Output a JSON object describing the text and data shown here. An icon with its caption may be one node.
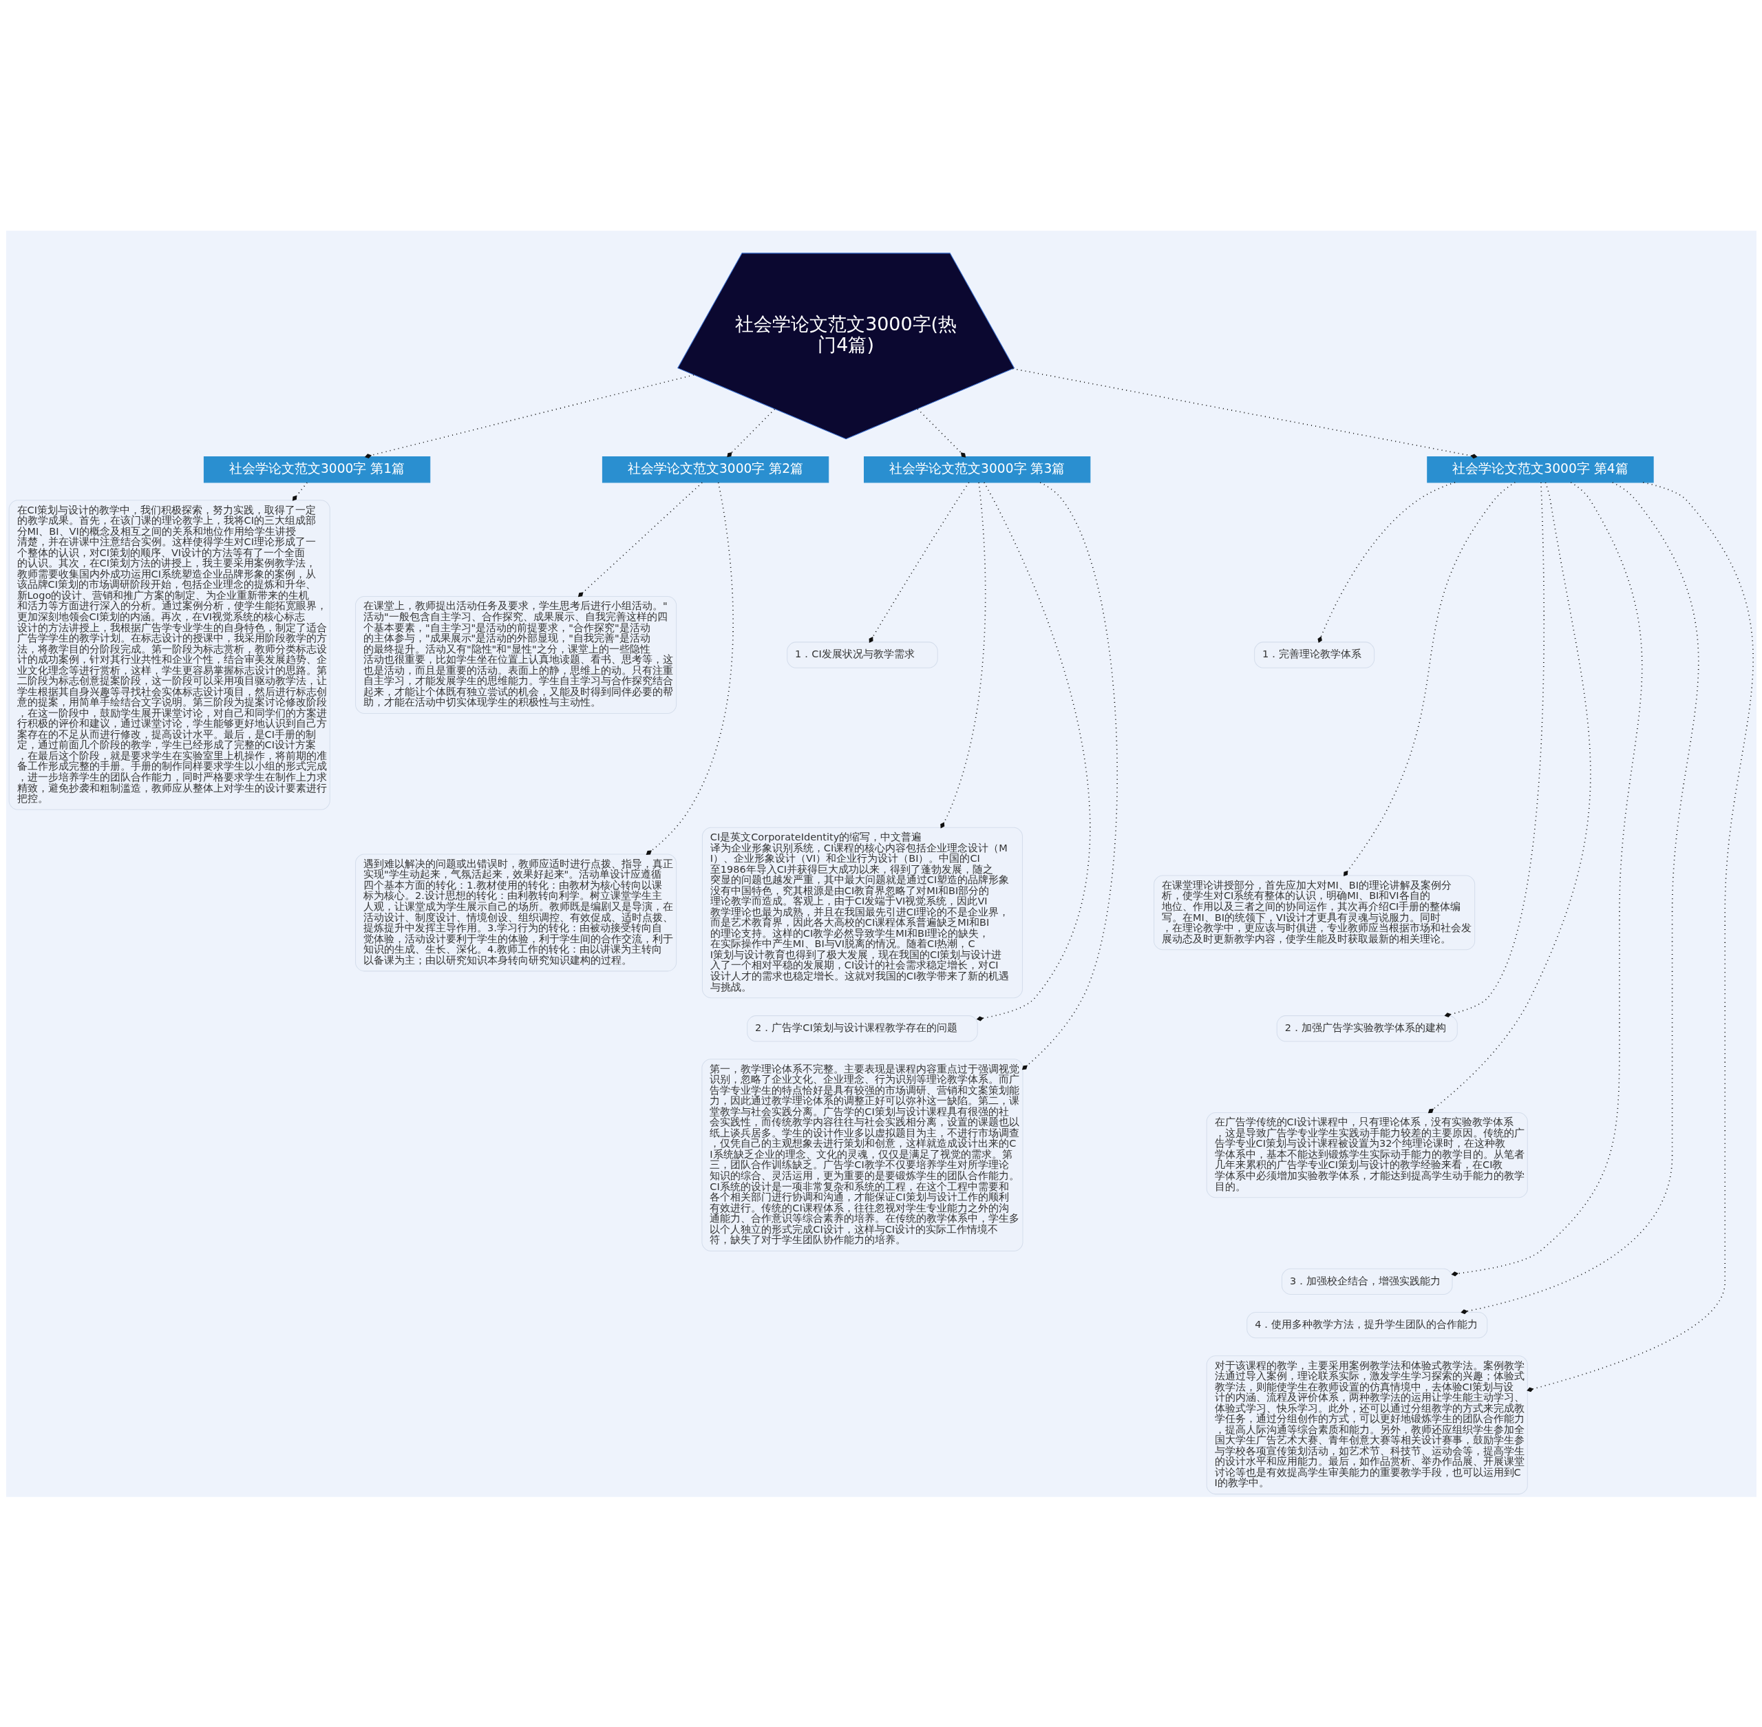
{
  "diagram": {
    "nodes": [
      {
        "text": [
          "社会学论文范文3000字(热门4篇)"
        ]
      },
      {
        "text": [
          "社会学论文范文3000字 第1篇"
        ]
      },
      {
        "text": [
          "在CI策划与设计的教学中，我们积极探索，努力实践，取得了一定的教学成果。首先，在该门课的理论教学上，我将CI的三大组成部分MI、BI、VI的概念及相互之间的关系和地位作用给学生讲授清楚，并在讲课中注意结合实例。这样使得学生对CI理论形成了一个整体的认识，对CI策划的顺序、VI设计的方法等有了一个全面的认识。其次，在CI策划方法的讲授上，我主要采用案例教学法，教师需要收集国内外成功运用CI系统塑造企业品牌形象的案例，从该品牌CI策划的市场调研阶段开始，包括企业理念的提炼和升华、新Logo的设计、营销和推广方案的制定、为企业重新带来的生机和活力等方面进行深入的分析。通过案例分析，使学生能拓宽眼界，更加深刻地领会CI策划的内涵。再次，在VI视觉系统的核心标志设计的方法讲授上，我根据广告学专业学生的自身特色，制定了适合广告学学生的教学计划。在标志设计的授课中，我采用阶段教学的方法，将教学目的分阶段完成。第一阶段为标志赏析，教师分类标志设计的成功案例，针对其行业共性和企业个性，结合审美发展趋势、企业文化理念等进行赏析，这样，学生更容易掌握标志设计的思路。第二阶段为标志创意提案阶段，这一阶段可以采用项目驱动教学法，让学生根据其自身兴趣等寻找社会实体标志设计项目，然后进行标志创意的提案，用简单手绘结合文字说明。第三阶段为提案讨论修改阶段，在这一阶段中，鼓励学生展开课堂讨论，对自己和同学们的方案进行积极的评价和建议，通过课堂讨论，学生能够更好地认识到自己方案存在的不足从而进行修改，提高设计水平。最后，是CI手册的制定，通过前面几个阶段的教学，学生已经形成了完整的CI设计方案，在最后这个阶段，就是要求学生在实验室里上机操作，将前期的准备工作形成完整的手册。手册的制作同样要求学生以小组的形式完成，进一步培养学生的团队合作能力，同时严格要求学生在制作上力求精致，避免抄袭和粗制滥造，教师应从整体上对学生的设计要素进行把控。"
        ]
      },
      {
        "text": [
          "社会学论文范文3000字 第2篇"
        ]
      },
      {
        "text": [
          "在课堂上，教师提出活动任务及要求，学生思考后进行小组活动。\"活动\"一般包含自主学习、合作探究、成果展示、自我完善这样的四个基本要素，\"自主学习\"是活动的前提要求，\"合作探究\"是活动的主体参与，\"成果展示\"是活动的外部显现，\"自我完善\"是活动的最终提升。活动又有\"隐性\"和\"显性\"之分，课堂上的一些隐性活动也很重要，比如学生坐在位置上认真地读题、看书、思考等，这也是活动，而且是重要的活动。表面上的静，思维上的动。只有注重自主学习，才能发展学生的思维能力。学生自主学习与合作探究结合起来，才能让个体既有独立尝试的机会，又能及时得到同伴必要的帮助，才能在活动中切实体现学生的积极性与主动性。"
        ]
      },
      {
        "text": [
          "遇到难以解决的问题或出错误时，教师应适时进行点拨、指导，真正实现\"学生动起来，气氛活起来，效果好起来\"。活动单设计应遵循四个基本方面的转化：1.教材使用的转化：由教材为核心转向以课标为核心。2.设计思想的转化：由利教转向利学。树立课堂学生主人观，让课堂成为学生展示自己的场所。教师既是编剧又是导演，在活动设计、制度设计、情境创设、组织调控、有效促成、适时点拨、提炼提升中发挥主导作用。3.学习行为的转化：由被动接受转向自觉体验，活动设计要利于学生的体验，利于学生间的合作交流，利于知识的生成、生长、深化。4.教师工作的转化：由以讲课为主转向以备课为主；由以研究知识本身转向研究知识建构的过程。"
        ]
      },
      {
        "text": [
          "社会学论文范文3000字 第3篇"
        ]
      },
      {
        "text": [
          "1．CI发展状况与教学需求"
        ]
      },
      {
        "text": [
          "CI是英文CorporateIdentity的缩写，中文普遍译为企业形象识别系统，CI课程的核心内容包括企业理念设计（MI）、企业形象设计（VI）和企业行为设计（BI）。中国的CI至1986年导入CI并获得巨大成功以来，得到了蓬勃发展，随之突显的问题也越发严重，其中最大问题就是通过CI塑造的品牌形象没有中国特色，究其根源是由CI教育界忽略了对MI和BI部分的理论教学而造成。客观上，由于CI发端于VI视觉系统，因此VI教学理论也最为成熟，并且在我国最先引进CI理论的不是企业界，而是艺术教育界，因此各大高校的CI课程体系普遍缺乏MI和BI的理论支持。这样的CI教学必然导致学生MI和BI理论的缺失，在实际操作中产生MI、BI与VI脱离的情况。随着CI热潮，CI策划与设计教育也得到了极大发展，现在我国的CI策划与设计进入了一个相对平稳的发展期，CI设计的社会需求稳定增长，对CI设计人才的需求也稳定增长。这就对我国的CI教学带来了新的机遇与挑战。"
        ]
      },
      {
        "text": [
          "2．广告学CI策划与设计课程教学存在的问题"
        ]
      },
      {
        "text": [
          "第一，教学理论体系不完整。主要表现是课程内容重点过于强调视觉识别，忽略了企业文化、企业理念、行为识别等理论教学体系。而广告学专业学生的特点恰好是具有较强的市场调研、营销和文案策划能力，因此通过教学理论体系的调整正好可以弥补这一缺陷。第二，课堂教学与社会实践分离。广告学的CI策划与设计课程具有很强的社会实践性，而传统教学内容往往与社会实践相分离，设置的课题也以纸上谈兵居多。学生的设计作业多以虚拟题目为主，不进行市场调查，仅凭自己的主观想象去进行策划和创意，这样就造成设计出来的CI系统缺乏企业的理念、文化的灵魂，仅仅是满足了视觉的需求。第三，团队合作训练缺乏。广告学CI教学不仅要培养学生对所学理论知识的综合、灵活运用，更为重要的是要锻炼学生的团队合作能力。CI系统的设计是一项非常复杂和系统的工程，在这个工程中需要和各个相关部门进行协调和沟通，才能保证CI策划与设计工作的顺利有效进行。传统的CI课程体系，往往忽视对学生专业能力之外的沟通能力、合作意识等综合素养的培养。在传统的教学体系中，学生多以个人独立的形式完成CI设计，这样与CI设计的实际工作情境不符，缺失了对于学生团队协作能力的培养。"
        ]
      },
      {
        "text": [
          "社会学论文范文3000字 第4篇"
        ]
      },
      {
        "text": [
          "1．完善理论教学体系"
        ]
      },
      {
        "text": [
          "在课堂理论讲授部分，首先应加大对MI、BI的理论讲解及案例分析，使学生对CI系统有整体的认识，明确MI、BI和VI各自的地位、作用以及三者之间的协同运作，其次再介绍CI手册的整体编写。在MI、BI的统领下，VI设计才更具有灵魂与说服力。同时，在理论教学中，更应该与时俱进，专业教师应当根据市场和社会发展动态及时更新教学内容，使学生能及时获取最新的相关理论。"
        ]
      },
      {
        "text": [
          "2．加强广告学实验教学体系的建构"
        ]
      },
      {
        "text": [
          "在广告学传统的CI设计课程中，只有理论体系，没有实验教学体系，这是导致广告学专业学生实践动手能力较差的主要原因。传统的广告学专业CI策划与设计课程被设置为32个纯理论课时，在这种教学体系中，基本不能达到锻炼学生实际动手能力的教学目的。从笔者几年来累积的广告学专业CI策划与设计的教学经验来看，在CI教学体系中必须增加实验教学体系，才能达到提高学生动手能力的教学目的。"
        ]
      },
      {
        "text": [
          "3．加强校企结合，增强实践能力"
        ]
      },
      {
        "text": [
          "4．使用多种教学方法，提升学生团队的合作能力"
        ]
      },
      {
        "text": [
          "对于该课程的教学，主要采用案例教学法和体验式教学法。案例教学法通过导入案例，理论联系实际，激发学生学习探索的兴趣；体验式教学法，则能使学生在教师设置的仿真情境中，去体验CI策划与设计的内涵、流程及评价体系，两种教学法的运用让学生能主动学习、体验式学习、快乐学习。此外，还可以通过分组教学的方式来完成教学任务，通过分组创作的方式，可以更好地锻炼学生的团队合作能力，提高人际沟通等综合素质和能力。另外，教师还应组织学生参加全国大学生广告艺术大赛、青年创意大赛等相关设计赛事，鼓励学生参与学校各项宣传策划活动，如艺术节、科技节、运动会等，提高学生的设计水平和应用能力。最后，如作品赏析、举办作品展、开展课堂讨论等也是有效提高学生审美能力的重要教学手段，也可以运用到CI的教学中。"
        ]
      }
    ],
    "edges": [
      {
        "from": 0,
        "to": 1,
        "arrow": "other"
      },
      {
        "from": 0,
        "to": 3,
        "arrow": "other"
      },
      {
        "from": 0,
        "to": 6,
        "arrow": "other"
      },
      {
        "from": 0,
        "to": 11,
        "arrow": "other"
      },
      {
        "from": 1,
        "to": 2,
        "arrow": "other"
      },
      {
        "from": 3,
        "to": 4,
        "arrow": "other"
      },
      {
        "from": 3,
        "to": 5,
        "arrow": "other"
      },
      {
        "from": 6,
        "to": 7,
        "arrow": "other"
      },
      {
        "from": 6,
        "to": 8,
        "arrow": "other"
      },
      {
        "from": 6,
        "to": 9,
        "arrow": "other"
      },
      {
        "from": 6,
        "to": 10,
        "arrow": "other"
      },
      {
        "from": 11,
        "to": 12,
        "arrow": "other"
      },
      {
        "from": 11,
        "to": 13,
        "arrow": "other"
      },
      {
        "from": 11,
        "to": 14,
        "arrow": "other"
      },
      {
        "from": 11,
        "to": 15,
        "arrow": "other"
      },
      {
        "from": 11,
        "to": 16,
        "arrow": "other"
      },
      {
        "from": 11,
        "to": 17,
        "arrow": "other"
      },
      {
        "from": 11,
        "to": 18,
        "arrow": "other"
      }
    ]
  }
}
